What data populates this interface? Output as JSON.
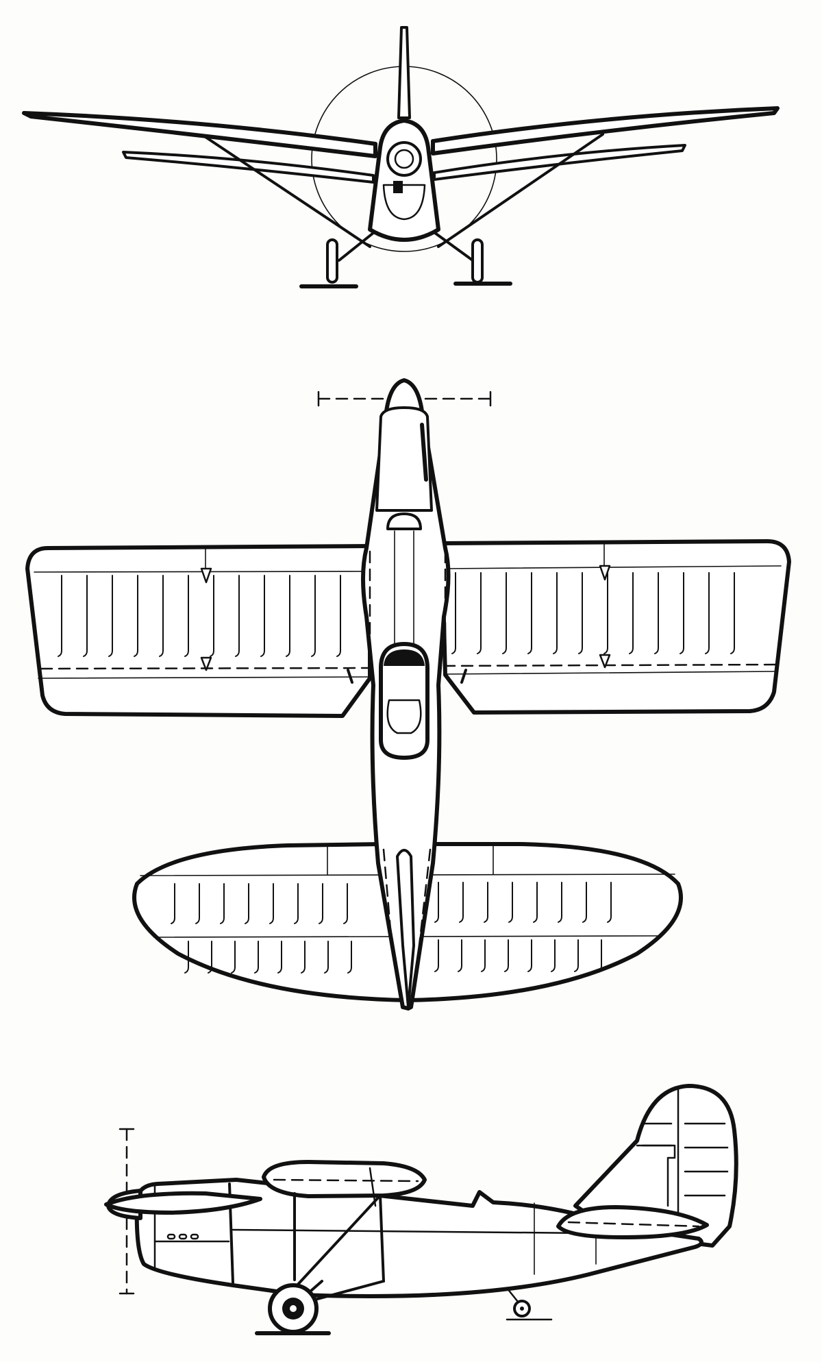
{
  "drawing": {
    "views": [
      "front-view",
      "top-view",
      "side-view"
    ],
    "colors": {
      "ink": "#111111",
      "paper": "#fdfdfb"
    },
    "wing_ribs_per_panel": 12,
    "tailplane_ribs_per_panel": 8
  }
}
